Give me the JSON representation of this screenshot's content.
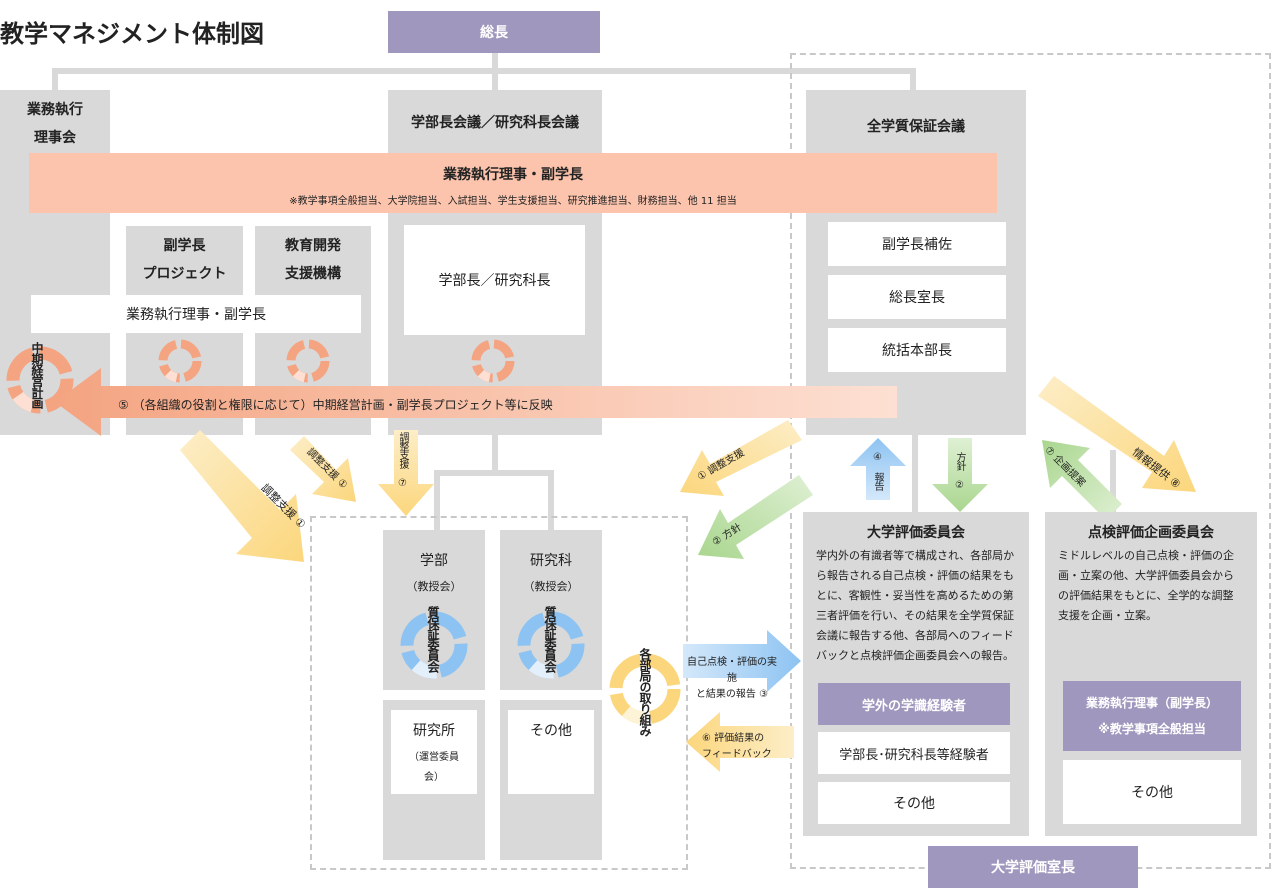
{
  "title": "教学マネジメント体制図",
  "president": "総長",
  "exec_board": {
    "line1": "業務執行",
    "line2": "理事会"
  },
  "deans_council": "学部長会議／研究科長会議",
  "qa_council": "全学質保証会議",
  "banner": {
    "title": "業務執行理事・副学長",
    "subtitle": "※教学事項全般担当、大学院担当、入試担当、学生支援担当、研究推進担当、財務担当、他 11 担当"
  },
  "vp_project": {
    "line1": "副学長",
    "line2": "プロジェクト"
  },
  "edu_dev": {
    "line1": "教育開発",
    "line2": "支援機構"
  },
  "exec_vp_box": "業務執行理事・副学長",
  "dean_box": "学部長／研究科長",
  "qa_members": [
    "副学長補佐",
    "総長室長",
    "統括本部長"
  ],
  "midterm_plan": "中期経営計画",
  "feedback_bar": "⑤ （各組織の役割と権限に応じて）中期経営計画・副学長プロジェクト等に反映",
  "arrows": {
    "support_improve_1a": "調整支援 ①",
    "support_improve_1b": "調整支援 ①",
    "coord_support_7": "調整支援 ⑦",
    "coord_support_4": "① 調整支援",
    "policy_2_left": "② 方針",
    "report_4": "④ 報告",
    "policy_2_down": "方針 ②",
    "planning_7": "⑦ 企画提案",
    "info_8": "情報提供 ⑧",
    "self_check_3_line1": "自己点検・評価の実施",
    "self_check_3_line2": "と結果の報告 ③",
    "feedback_6_line1": "⑥ 評価結果の",
    "feedback_6_line2": "フィードバック"
  },
  "units": {
    "faculty": {
      "name": "学部",
      "sub": "（教授会）"
    },
    "graduate": {
      "name": "研究科",
      "sub": "（教授会）"
    },
    "institute": {
      "name": "研究所",
      "sub1": "（運営委員",
      "sub2": "会）"
    },
    "other": "その他",
    "qa_committee": "質保証委員会",
    "dept_efforts": "各部局の取り組み"
  },
  "eval_committee": {
    "title": "大学評価委員会",
    "desc": [
      "学内外の有識者等で構成され、各部局か",
      "ら報告される自己点検・評価の結果をも",
      "とに、客観性・妥当性を高めるための第",
      "三者評価を行い、その結果を全学質保証",
      "会議に報告する他、各部局へのフィード",
      "バックと点検評価企画委員会への報告。"
    ],
    "external": "学外の学識経験者",
    "deans_exp": "学部長･研究科長等経験者",
    "other": "その他"
  },
  "plan_committee": {
    "title": "点検評価企画委員会",
    "desc": [
      "ミドルレベルの自己点検・評価の企",
      "画・立案の他、大学評価委員会から",
      "の評価結果をもとに、全学的な調整",
      "支援を企画・立案。"
    ],
    "exec_line1": "業務執行理事（副学長）",
    "exec_line2": "※教学事項全般担当",
    "other": "その他"
  },
  "eval_office": "大学評価室長",
  "colors": {
    "gray": "#d9d9d9",
    "purple": "#9f97bd",
    "salmon": "#fcc4ad",
    "orange_arrow": "#f4a481",
    "yellow_arrow": "#fbd67c",
    "green_arrow": "#a9d68e",
    "blue_arrow": "#8dc3f2"
  }
}
